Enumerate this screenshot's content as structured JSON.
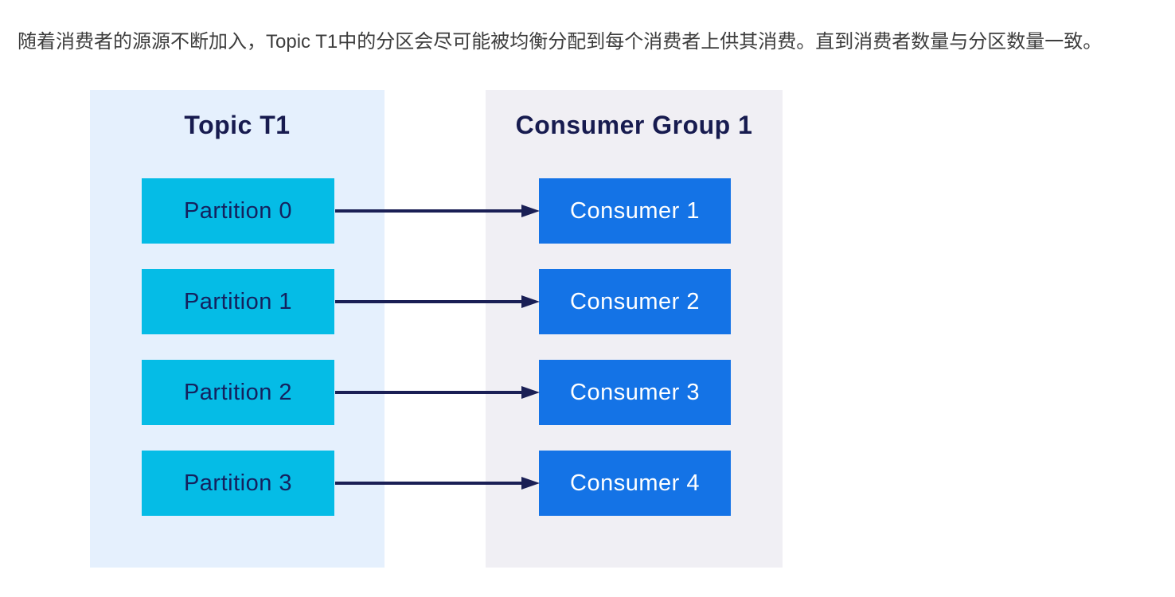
{
  "page": {
    "background": "#ffffff",
    "intro_text": "随着消费者的源源不断加入，Topic T1中的分区会尽可能被均衡分配到每个消费者上供其消费。直到消费者数量与分区数量一致。"
  },
  "diagram": {
    "topic_panel": {
      "title": "Topic T1",
      "background": "#e5f0fd",
      "box_color": "#05bce6",
      "box_text_color": "#14215e",
      "partitions": [
        {
          "label": "Partition 0"
        },
        {
          "label": "Partition 1"
        },
        {
          "label": "Partition 2"
        },
        {
          "label": "Partition 3"
        }
      ]
    },
    "consumer_panel": {
      "title": "Consumer Group 1",
      "background": "#f0eff4",
      "box_color": "#1473e6",
      "box_text_color": "#ffffff",
      "consumers": [
        {
          "label": "Consumer 1"
        },
        {
          "label": "Consumer 2"
        },
        {
          "label": "Consumer 3"
        },
        {
          "label": "Consumer 4"
        }
      ]
    },
    "arrow_color": "#1a1f55",
    "title_color": "#171b4f",
    "connections": [
      {
        "from": "Partition 0",
        "to": "Consumer 1"
      },
      {
        "from": "Partition 1",
        "to": "Consumer 2"
      },
      {
        "from": "Partition 2",
        "to": "Consumer 3"
      },
      {
        "from": "Partition 3",
        "to": "Consumer 4"
      }
    ]
  }
}
